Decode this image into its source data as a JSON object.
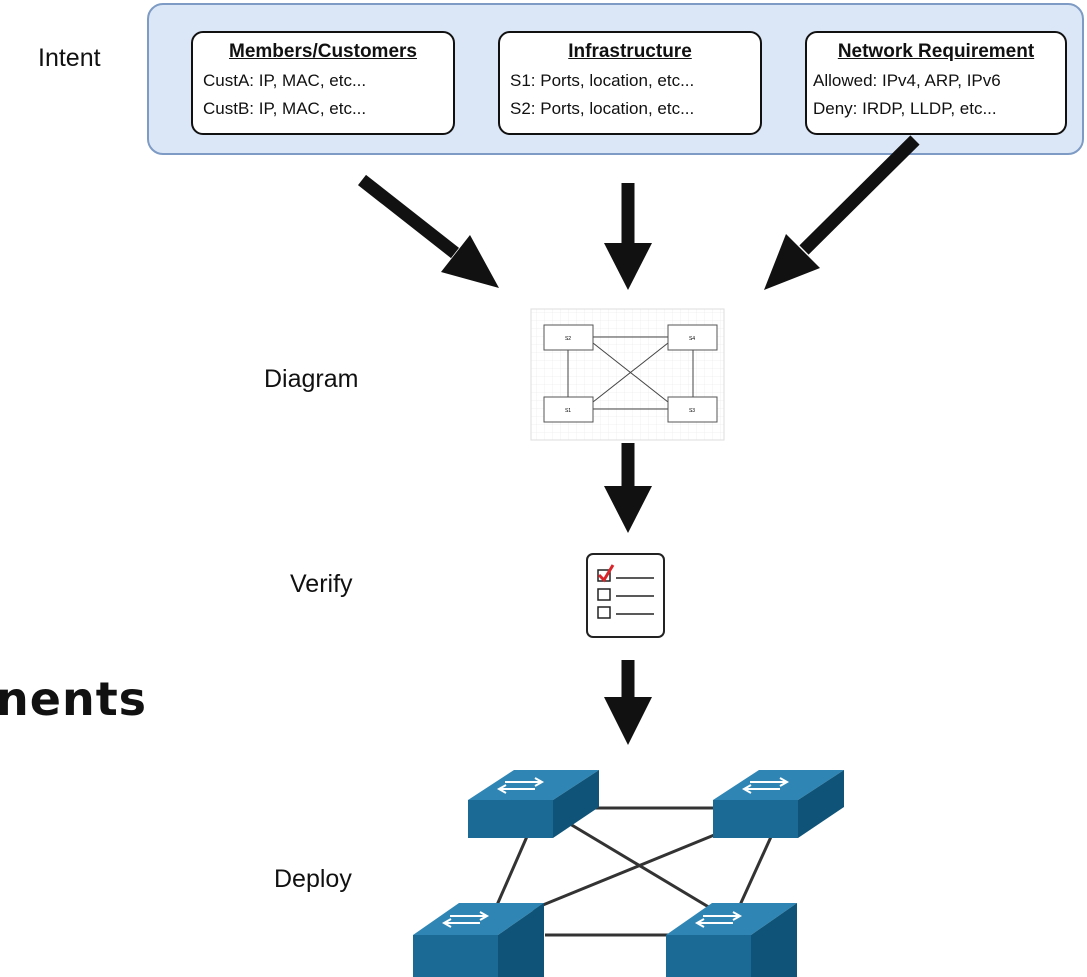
{
  "stages": {
    "intent": "Intent",
    "diagram": "Diagram",
    "verify": "Verify",
    "deploy": "Deploy"
  },
  "partial_heading": "nents",
  "intent_boxes": [
    {
      "title": "Members/Customers",
      "lines": [
        "CustA: IP, MAC, etc...",
        "CustB: IP, MAC, etc..."
      ]
    },
    {
      "title": "Infrastructure",
      "lines": [
        "S1: Ports, location, etc...",
        "S2: Ports, location, etc..."
      ]
    },
    {
      "title": "Network Requirement",
      "lines": [
        "Allowed: IPv4, ARP, IPv6",
        "Deny: IRDP, LLDP, etc..."
      ]
    }
  ],
  "diagram_thumbnail_nodes": [
    "S2",
    "S4",
    "S1",
    "S3"
  ],
  "colors": {
    "intent_panel": "#dbe7f7",
    "switch_blue": "#1b6a96",
    "check_red": "#d9252a"
  },
  "icons": [
    "arrow-icon",
    "checklist-icon",
    "network-switch-icon"
  ]
}
